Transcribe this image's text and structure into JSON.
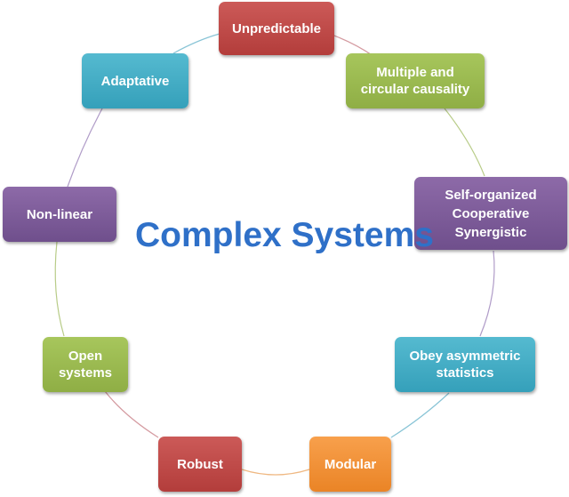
{
  "diagram": {
    "title": "Complex Systems",
    "nodes": [
      {
        "id": "unpredictable",
        "lines": [
          "Unpredictable"
        ],
        "color": "#b84240"
      },
      {
        "id": "causality",
        "lines": [
          "Multiple and",
          "circular causality"
        ],
        "color": "#97b64b"
      },
      {
        "id": "self-organized",
        "lines": [
          "Self-organized",
          "Cooperative",
          "Synergistic"
        ],
        "color": "#7a5898"
      },
      {
        "id": "asymmetric",
        "lines": [
          "Obey asymmetric",
          "statistics"
        ],
        "color": "#3ea8c0"
      },
      {
        "id": "modular",
        "lines": [
          "Modular"
        ],
        "color": "#f28c30"
      },
      {
        "id": "robust",
        "lines": [
          "Robust"
        ],
        "color": "#b84240"
      },
      {
        "id": "open-systems",
        "lines": [
          "Open",
          "systems"
        ],
        "color": "#97b64b"
      },
      {
        "id": "non-linear",
        "lines": [
          "Non-linear"
        ],
        "color": "#7a5898"
      },
      {
        "id": "adaptative",
        "lines": [
          "Adaptative"
        ],
        "color": "#3ea8c0"
      }
    ]
  }
}
